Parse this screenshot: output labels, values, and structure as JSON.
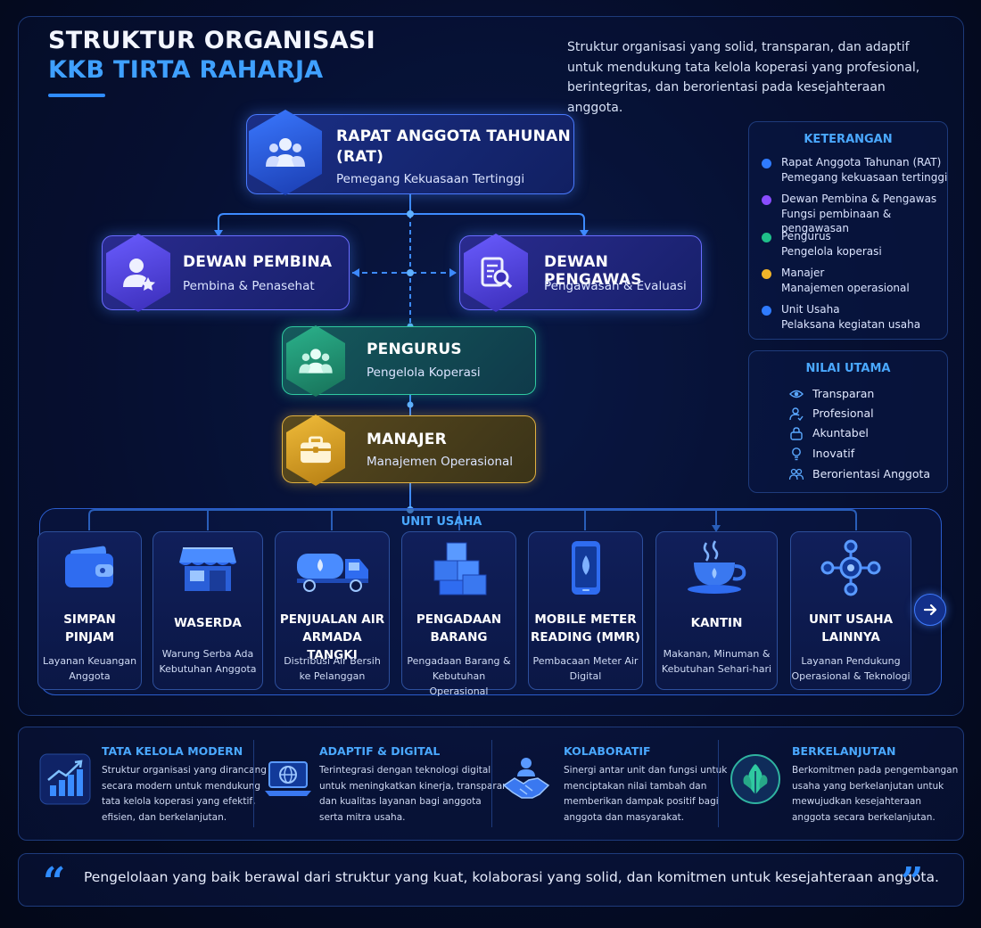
{
  "header": {
    "title_line1": "STRUKTUR ORGANISASI",
    "title_line2": "KKB TIRTA RAHARJA",
    "intro": "Struktur organisasi yang solid, transparan, dan adaptif untuk mendukung tata kelola koperasi yang profesional, berintegritas, dan berorientasi pada kesejahteraan anggota."
  },
  "org": {
    "rat": {
      "title_line1": "RAPAT ANGGOTA TAHUNAN",
      "title_line2": "(RAT)",
      "subtitle": "Pemegang Kekuasaan Tertinggi",
      "icon": "group-icon"
    },
    "pembina": {
      "title": "DEWAN PEMBINA",
      "subtitle": "Pembina & Penasehat",
      "icon": "person-star-icon"
    },
    "pengawas": {
      "title": "DEWAN PENGAWAS",
      "subtitle": "Pengawasan & Evaluasi",
      "icon": "document-search-icon"
    },
    "pengurus": {
      "title": "PENGURUS",
      "subtitle": "Pengelola Koperasi",
      "icon": "group-icon"
    },
    "manajer": {
      "title": "MANAJER",
      "subtitle": "Manajemen Operasional",
      "icon": "briefcase-icon"
    }
  },
  "legend": {
    "title": "KETERANGAN",
    "items": [
      {
        "line1": "Rapat Anggota Tahunan (RAT)",
        "line2": "Pemegang kekuasaan tertinggi",
        "color": "#2f7bff"
      },
      {
        "line1": "Dewan Pembina & Pengawas",
        "line2": "Fungsi pembinaan & pengawasan",
        "color": "#8a4dff"
      },
      {
        "line1": "Pengurus",
        "line2": "Pengelola koperasi",
        "color": "#1fbf8a"
      },
      {
        "line1": "Manajer",
        "line2": "Manajemen operasional",
        "color": "#f0b429"
      },
      {
        "line1": "Unit Usaha",
        "line2": "Pelaksana kegiatan usaha",
        "color": "#2f7bff"
      }
    ]
  },
  "values": {
    "title": "NILAI UTAMA",
    "items": [
      "Transparan",
      "Profesional",
      "Akuntabel",
      "Inovatif",
      "Berorientasi Anggota"
    ]
  },
  "units": {
    "label": "UNIT USAHA",
    "items": [
      {
        "name1": "SIMPAN",
        "name2": "PINJAM",
        "desc1": "Layanan Keuangan",
        "desc2": "Anggota",
        "icon": "wallet-icon"
      },
      {
        "name1": "WASERDA",
        "name2": "",
        "desc1": "Warung Serba Ada",
        "desc2": "Kebutuhan Anggota",
        "icon": "store-icon"
      },
      {
        "name1": "PENJUALAN AIR",
        "name2": "ARMADA TANGKI",
        "desc1": "Distribusi Air Bersih",
        "desc2": "ke Pelanggan",
        "icon": "water-truck-icon"
      },
      {
        "name1": "PENGADAAN",
        "name2": "BARANG",
        "desc1": "Pengadaan Barang &",
        "desc2": "Kebutuhan Operasional",
        "icon": "boxes-icon"
      },
      {
        "name1": "MOBILE METER",
        "name2": "READING (MMR)",
        "desc1": "Pembacaan Meter Air",
        "desc2": "Digital",
        "icon": "phone-water-icon"
      },
      {
        "name1": "KANTIN",
        "name2": "",
        "desc1": "Makanan, Minuman &",
        "desc2": "Kebutuhan Sehari-hari",
        "icon": "coffee-cup-icon"
      },
      {
        "name1": "UNIT USAHA",
        "name2": "LAINNYA",
        "desc1": "Layanan Pendukung",
        "desc2": "Operasional & Teknologi",
        "icon": "network-icon"
      }
    ]
  },
  "features": [
    {
      "title": "TATA KELOLA MODERN",
      "lines": [
        "Struktur organisasi yang dirancang",
        "secara modern untuk mendukung",
        "tata kelola koperasi yang efektif,",
        "efisien, dan berkelanjutan."
      ],
      "icon": "growth-chart-icon"
    },
    {
      "title": "ADAPTIF & DIGITAL",
      "lines": [
        "Terintegrasi dengan teknologi digital",
        "untuk meningkatkan kinerja, transparansi,",
        "dan kualitas layanan bagi anggota",
        "serta mitra usaha."
      ],
      "icon": "laptop-globe-icon"
    },
    {
      "title": "KOLABORATIF",
      "lines": [
        "Sinergi antar unit dan fungsi untuk",
        "menciptakan nilai tambah dan",
        "memberikan dampak positif bagi",
        "anggota dan masyarakat."
      ],
      "icon": "handshake-icon"
    },
    {
      "title": "BERKELANJUTAN",
      "lines": [
        "Berkomitmen pada pengembangan",
        "usaha yang berkelanjutan untuk",
        "mewujudkan kesejahteraan",
        "anggota secara berkelanjutan."
      ],
      "icon": "leaf-icon"
    }
  ],
  "quote": {
    "open": "“",
    "text": "Pengelolaan yang baik berawal dari struktur yang kuat, kolaborasi yang solid, dan komitmen untuk kesejahteraan anggota.",
    "close": "”"
  }
}
